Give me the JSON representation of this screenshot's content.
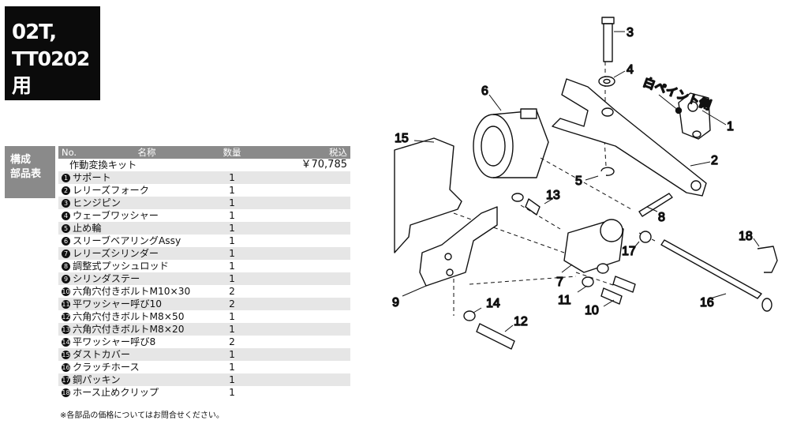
{
  "title": {
    "line1": "02T,",
    "line2": "TT0202用"
  },
  "side_tag": {
    "line1": "構成",
    "line2": "部品表"
  },
  "table": {
    "headers": {
      "no": "No.",
      "name": "名称",
      "qty": "数量",
      "price": "税込"
    },
    "kit": {
      "name": "作動変換キット",
      "price": "￥70,785"
    },
    "rows": [
      {
        "no": "1",
        "name": "サポート",
        "qty": "1"
      },
      {
        "no": "2",
        "name": "レリーズフォーク",
        "qty": "1"
      },
      {
        "no": "3",
        "name": "ヒンジピン",
        "qty": "1"
      },
      {
        "no": "4",
        "name": "ウェーブワッシャー",
        "qty": "1"
      },
      {
        "no": "5",
        "name": "止め輪",
        "qty": "1"
      },
      {
        "no": "6",
        "name": "スリーブベアリングAssy",
        "qty": "1"
      },
      {
        "no": "7",
        "name": "レリーズシリンダー",
        "qty": "1"
      },
      {
        "no": "8",
        "name": "調整式プッシュロッド",
        "qty": "1"
      },
      {
        "no": "9",
        "name": "シリンダステー",
        "qty": "1"
      },
      {
        "no": "10",
        "name": "六角穴付きボルトM10×30",
        "qty": "2"
      },
      {
        "no": "11",
        "name": "平ワッシャー呼び10",
        "qty": "2"
      },
      {
        "no": "12",
        "name": "六角穴付きボルトM8×50",
        "qty": "1"
      },
      {
        "no": "13",
        "name": "六角穴付きボルトM8×20",
        "qty": "1"
      },
      {
        "no": "14",
        "name": "平ワッシャー呼び8",
        "qty": "2"
      },
      {
        "no": "15",
        "name": "ダストカバー",
        "qty": "1"
      },
      {
        "no": "16",
        "name": "クラッチホース",
        "qty": "1"
      },
      {
        "no": "17",
        "name": "銅パッキン",
        "qty": "1"
      },
      {
        "no": "18",
        "name": "ホース止めクリップ",
        "qty": "1"
      }
    ]
  },
  "note": "※各部品の価格についてはお問合せください。",
  "diagram": {
    "paint_label": "白ペイント側",
    "labels": {
      "l1": "1",
      "l2": "2",
      "l3": "3",
      "l4": "4",
      "l5": "5",
      "l6": "6",
      "l7": "7",
      "l8": "8",
      "l9": "9",
      "l10": "10",
      "l11": "11",
      "l12": "12",
      "l13": "13",
      "l14": "14",
      "l15": "15",
      "l16": "16",
      "l17": "17",
      "l18": "18"
    }
  }
}
